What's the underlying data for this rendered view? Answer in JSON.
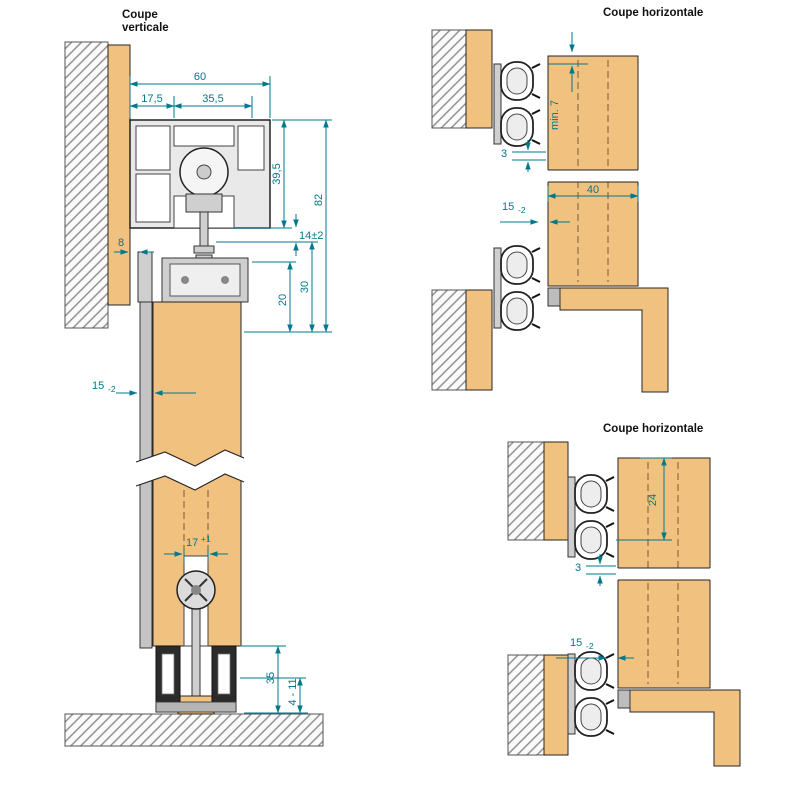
{
  "colors": {
    "wood": "#F1C180",
    "dimension_teal": "#00798C",
    "aluminum_light": "#E9E9E9",
    "aluminum_mid": "#CFCFCF",
    "panel_gray": "#C4C4C4",
    "outline_dark": "#222222",
    "seal_black": "#2B2B2B",
    "hatch_gray": "#8A8A8A",
    "background": "#FFFFFF"
  },
  "vertical_section": {
    "title_line1": "Coupe",
    "title_line2": "verticale",
    "dims": {
      "track_width": "60",
      "track_left": "17,5",
      "track_right": "35,5",
      "track_height": "39,5",
      "total_height": "82",
      "adjustment": "14±2",
      "clearance_a": "30",
      "clearance_b": "20",
      "wall_gap": "8",
      "panel_thickness": "15",
      "panel_thickness_tol": "-2",
      "guide_groove": "17",
      "guide_groove_tol": "+1",
      "seal_height": "35",
      "floor_gap": "4 - 11"
    }
  },
  "horizontal_section_top": {
    "title": "Coupe horizontale",
    "dims": {
      "overlap": "min. 7",
      "gap": "3",
      "door_thickness": "40",
      "panel_thickness": "15",
      "panel_thickness_tol": "-2"
    }
  },
  "horizontal_section_bottom": {
    "title": "Coupe horizontale",
    "dims": {
      "inset": "24",
      "gap": "3",
      "panel_thickness": "15",
      "panel_thickness_tol": "-2"
    }
  }
}
